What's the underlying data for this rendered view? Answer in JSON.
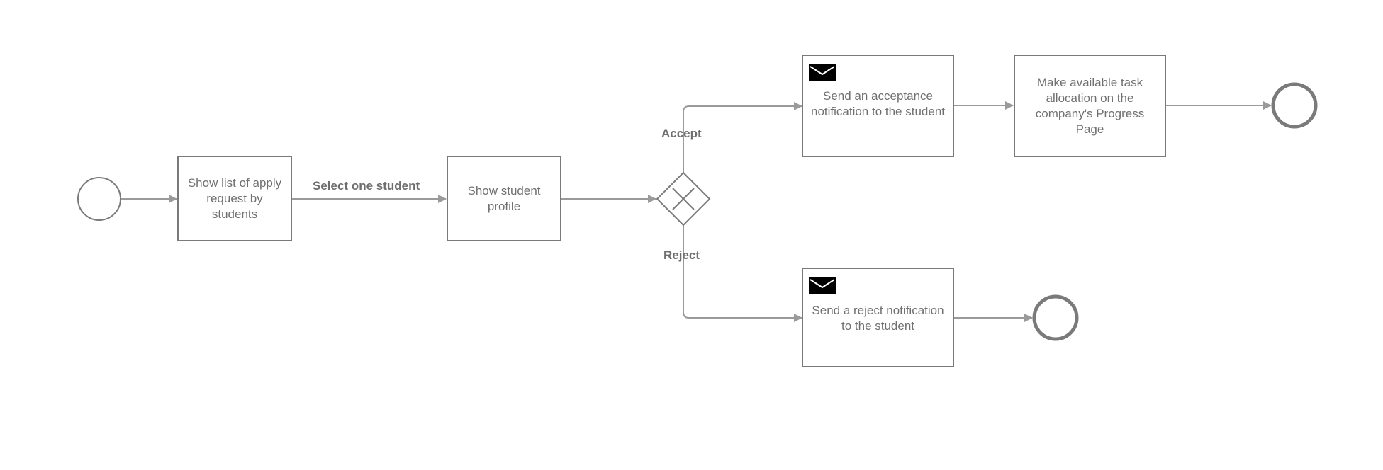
{
  "diagram": {
    "tasks": {
      "show_list": "Show list of apply request by students",
      "show_profile": "Show student profile",
      "send_acceptance": "Send an acceptance notification to the student",
      "make_available": "Make available task allocation on the company's Progress Page",
      "send_reject": "Send a reject notification to the student"
    },
    "flow_labels": {
      "select": "Select one student",
      "accept": "Accept",
      "reject": "Reject"
    },
    "icons": {
      "message": "envelope-icon",
      "gateway": "exclusive-gateway-x"
    },
    "colors": {
      "connector": "#9a9a9a",
      "border": "#7a7a7a",
      "end_event": "#7a7a7a",
      "text": "#707070",
      "envelope": "#000000"
    }
  }
}
